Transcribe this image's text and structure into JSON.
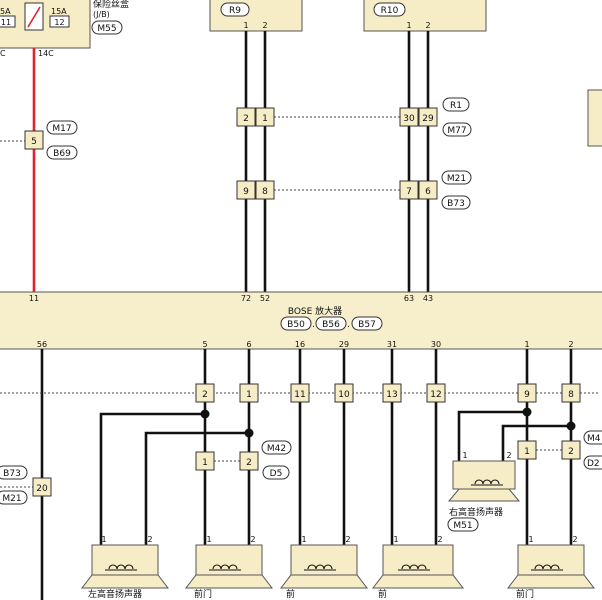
{
  "fuse_block": {
    "title": "保险丝盒",
    "jb": "(J/B)",
    "connector": "M55",
    "fuse_left_label": "5A",
    "fuse_left_num": "11",
    "fuse_right_label": "15A",
    "fuse_right_num": "12",
    "pin_left": "C",
    "pin_right": "14C"
  },
  "top_boxes": {
    "left": "R9",
    "right": "R10"
  },
  "top_pins": {
    "a": "1",
    "b": "2",
    "c": "1",
    "d": "2"
  },
  "connectors": {
    "c5": "5",
    "m17": "M17",
    "b69": "B69",
    "r_2": "2",
    "r_1": "1",
    "r_30": "30",
    "r_29": "29",
    "r1": "R1",
    "m77": "M77",
    "s_9": "9",
    "s_8": "8",
    "s_7": "7",
    "s_6": "6",
    "m21": "M21",
    "b73": "B73"
  },
  "amp": {
    "title": "BOSE 放大器",
    "conn1": "B50",
    "conn2": "B56",
    "conn3": "B57",
    "sep": ".",
    "top_pins": [
      "11",
      "72",
      "52",
      "63",
      "43"
    ],
    "bottom_pins": [
      "56",
      "5",
      "6",
      "16",
      "29",
      "31",
      "30",
      "1",
      "2"
    ]
  },
  "lower_row1": [
    "2",
    "1",
    "11",
    "10",
    "13",
    "12",
    "9",
    "8"
  ],
  "lower_row2": {
    "a": "1",
    "b": "2",
    "c": "1",
    "d": "2"
  },
  "left_conn": {
    "c20": "20",
    "b73": "B73",
    "m21": "M21"
  },
  "mid_tags": {
    "m42": "M42",
    "d5": "D5",
    "m4x": "M4",
    "d2x": "D2"
  },
  "speakers": {
    "right_tweeter": "右高音扬声器",
    "right_tweeter_conn": "M51",
    "sp1": "左高音扬声器",
    "sp2": "前门",
    "sp3": "前",
    "sp4": "前",
    "sp5": "前门",
    "pin1": "1",
    "pin2": "2"
  }
}
